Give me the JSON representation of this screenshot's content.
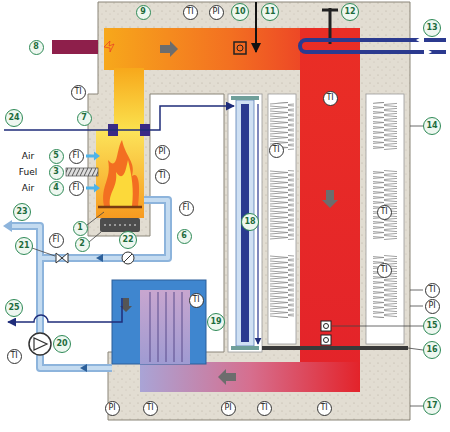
{
  "diagram": {
    "labels": [
      "9",
      "TI",
      "PI",
      "10",
      "11",
      "12",
      "13",
      "8",
      "TI",
      "TI",
      "24",
      "7",
      "14",
      "TI",
      "PI",
      "Air",
      "5",
      "FI",
      "Fuel",
      "3",
      "TI",
      "Air",
      "4",
      "FI",
      "FI",
      "23",
      "TI",
      "18",
      "1",
      "6",
      "FI",
      "22",
      "21",
      "2",
      "TI",
      "TI",
      "TI",
      "PI",
      "25",
      "19",
      "15",
      "20",
      "16",
      "TI",
      "PI",
      "TI",
      "PI",
      "TI",
      "TI",
      "17"
    ]
  }
}
